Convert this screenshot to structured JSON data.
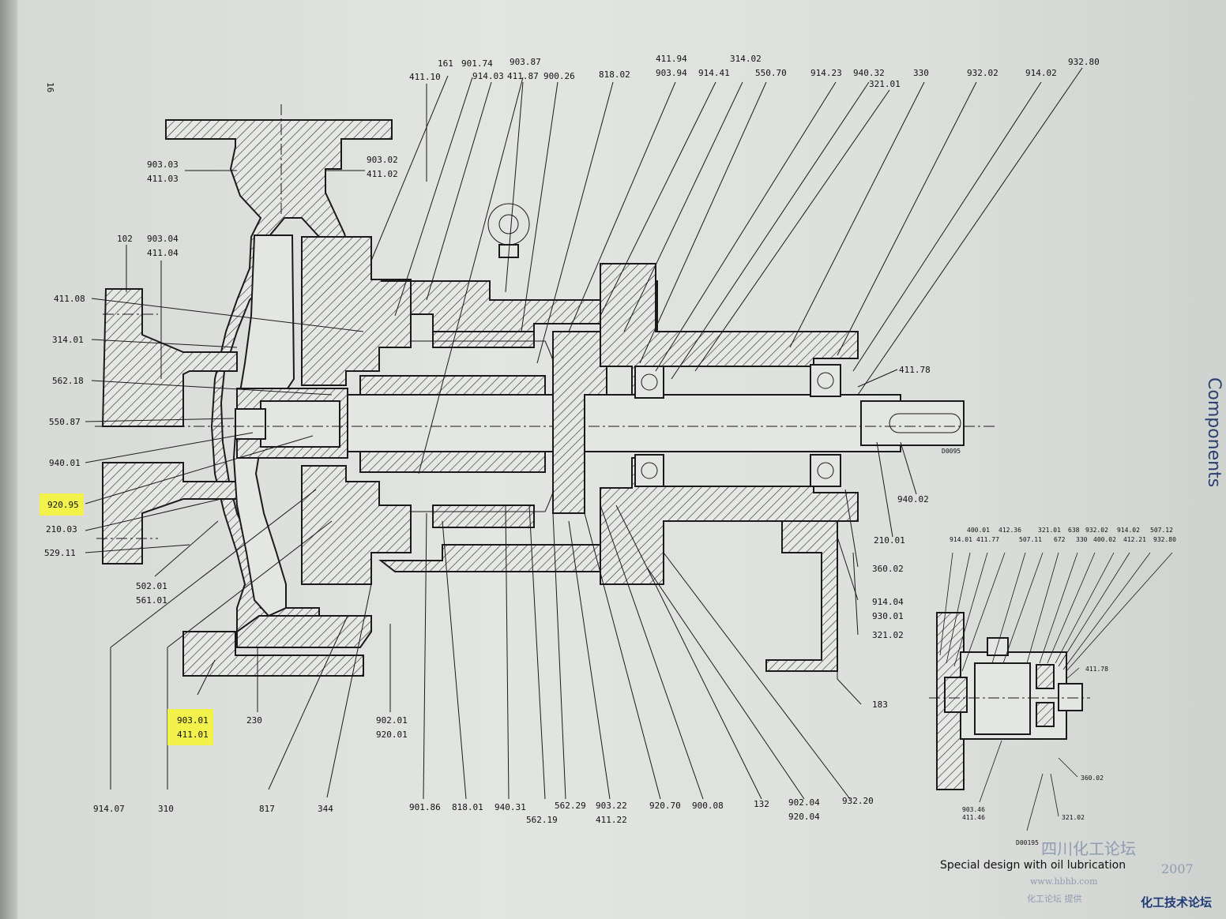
{
  "page_number": "16",
  "section_title": "Components",
  "caption": "Special design with oil lubrication",
  "watermark": {
    "forum": "四川化工论坛",
    "year": "2007",
    "site": "www.hbhb.com",
    "sub": "化工论坛 提供",
    "brand": "化工技术论坛"
  },
  "drawing_codes": {
    "main": "D0095",
    "detail": "D00195"
  },
  "labels": {
    "l_161": "161",
    "l_901_74": "901.74",
    "l_903_87": "903.87",
    "l_411_94": "411.94",
    "l_314_02": "314.02",
    "l_932_80": "932.80",
    "l_411_10": "411.10",
    "l_914_03": "914.03",
    "l_411_87": "411.87",
    "l_900_26": "900.26",
    "l_818_02": "818.02",
    "l_903_94": "903.94",
    "l_914_41": "914.41",
    "l_550_70": "550.70",
    "l_914_23": "914.23",
    "l_940_32": "940.32",
    "l_330": "330",
    "l_932_02": "932.02",
    "l_914_02": "914.02",
    "l_321_01": "321.01",
    "l_903_03": "903.03",
    "l_411_03": "411.03",
    "l_903_02": "903.02",
    "l_411_02": "411.02",
    "l_102": "102",
    "l_903_04": "903.04",
    "l_411_04": "411.04",
    "l_411_08": "411.08",
    "l_314_01": "314.01",
    "l_562_18": "562.18",
    "l_550_87": "550.87",
    "l_940_01": "940.01",
    "l_920_95": "920.95",
    "l_210_03": "210.03",
    "l_529_11": "529.11",
    "l_502_01": "502.01",
    "l_561_01": "561.01",
    "l_903_01": "903.01",
    "l_411_01": "411.01",
    "l_230": "230",
    "l_902_01": "902.01",
    "l_920_01": "920.01",
    "l_914_07": "914.07",
    "l_310": "310",
    "l_817": "817",
    "l_344": "344",
    "l_901_86": "901.86",
    "l_818_01": "818.01",
    "l_940_31": "940.31",
    "l_562_29": "562.29",
    "l_562_19": "562.19",
    "l_903_22": "903.22",
    "l_411_22": "411.22",
    "l_920_70": "920.70",
    "l_900_08": "900.08",
    "l_132": "132",
    "l_902_04": "902.04",
    "l_920_04": "920.04",
    "l_932_20": "932.20",
    "l_411_78": "411.78",
    "l_940_02": "940.02",
    "l_210_01": "210.01",
    "l_360_02": "360.02",
    "l_914_04": "914.04",
    "l_930_01": "930.01",
    "l_321_02": "321.02",
    "l_183": "183"
  },
  "detail_labels": {
    "d_400_01": "400.01",
    "d_412_36": "412.36",
    "d_321_01": "321.01",
    "d_638": "638",
    "d_932_02": "932.02",
    "d_914_02": "914.02",
    "d_507_12": "507.12",
    "d_914_01": "914.01",
    "d_411_77": "411.77",
    "d_507_11": "507.11",
    "d_672": "672",
    "d_330": "330",
    "d_400_02": "400.02",
    "d_412_21": "412.21",
    "d_932_80": "932.80",
    "d_411_78": "411.78",
    "d_360_02": "360.02",
    "d_903_46": "903.46",
    "d_411_46": "411.46",
    "d_321_02": "321.02"
  },
  "colors": {
    "highlight": "#f2f24a",
    "ink": "#111111",
    "paper": "#e2e4e1"
  }
}
